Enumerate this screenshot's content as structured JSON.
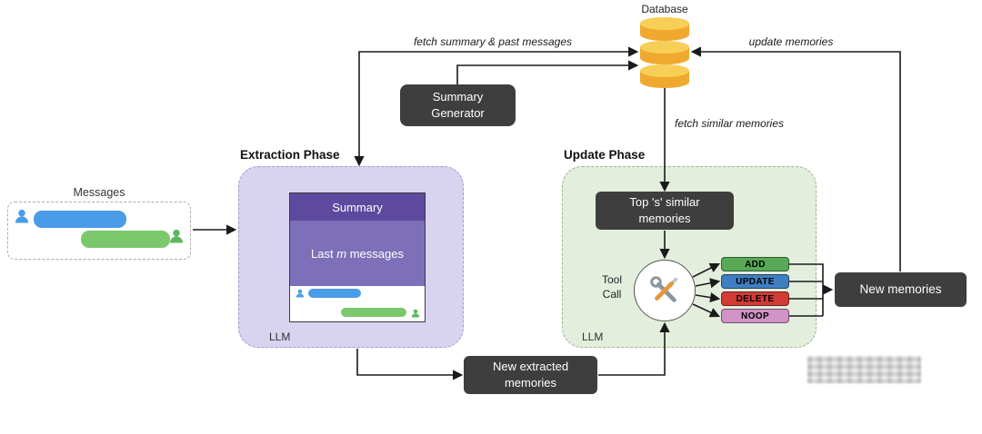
{
  "colors": {
    "dark_box": "#3E3E3E",
    "extraction_bg": "#D8D4EF",
    "update_bg": "#E4EEDC",
    "prompt_header": "#5D4A9E",
    "prompt_body": "#7E70B8",
    "bubble_blue": "#4A9CE8",
    "bubble_green": "#7BC86C",
    "database_gold": "#EFA92E"
  },
  "database": {
    "label": "Database"
  },
  "edges": {
    "fetch_summary": "fetch summary & past messages",
    "update_memories": "update memories",
    "fetch_similar": "fetch similar memories"
  },
  "summary_generator": {
    "label": "Summary Generator"
  },
  "messages_panel": {
    "label": "Messages"
  },
  "extraction": {
    "title": "Extraction Phase",
    "llm": "LLM",
    "prompt": {
      "header": "Summary",
      "last_prefix": "Last ",
      "m": "m",
      "suffix": " messages"
    }
  },
  "update": {
    "title": "Update Phase",
    "llm": "LLM",
    "top_similar": "Top 's' similar memories",
    "tool_call": "Tool Call",
    "actions": [
      {
        "label": "ADD",
        "color": "#57A957"
      },
      {
        "label": "UPDATE",
        "color": "#3F7FC1"
      },
      {
        "label": "DELETE",
        "color": "#D23B35"
      },
      {
        "label": "NOOP",
        "color": "#D093C6"
      }
    ]
  },
  "outputs": {
    "new_extracted": "New extracted memories",
    "new_memories": "New memories"
  }
}
